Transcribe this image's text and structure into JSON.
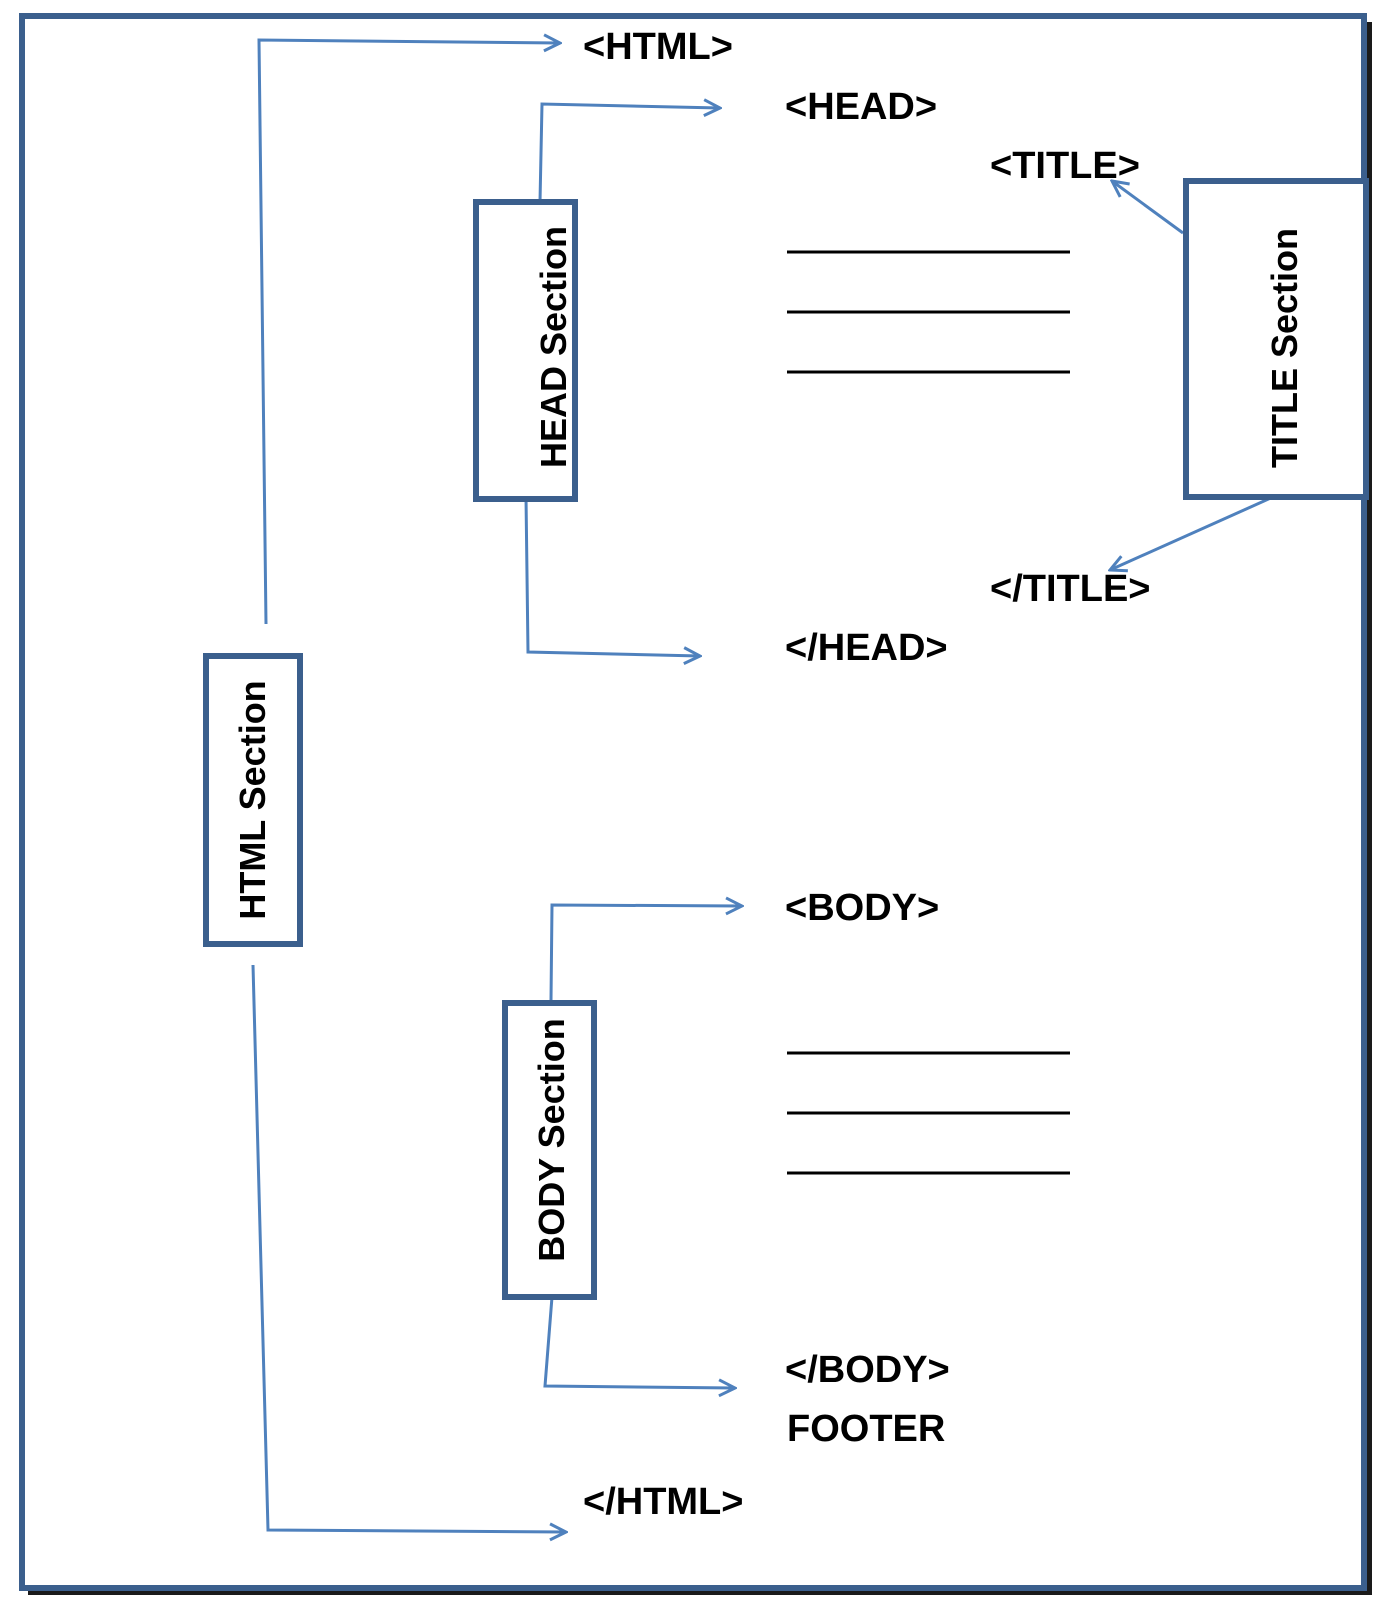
{
  "tags": {
    "html_open": "<HTML>",
    "head_open": "<HEAD>",
    "title_open": "<TITLE>",
    "title_close": "</TITLE>",
    "head_close": "</HEAD>",
    "body_open": "<BODY>",
    "body_close": "</BODY>",
    "footer": "FOOTER",
    "html_close": "</HTML>"
  },
  "sections": {
    "html": "HTML Section",
    "head": "HEAD Section",
    "title": "TITLE Section",
    "body": "BODY Section"
  },
  "colors": {
    "connector": "#4f81bd",
    "box_border": "#3b5f8d",
    "frame_border": "#3b5f8d"
  }
}
